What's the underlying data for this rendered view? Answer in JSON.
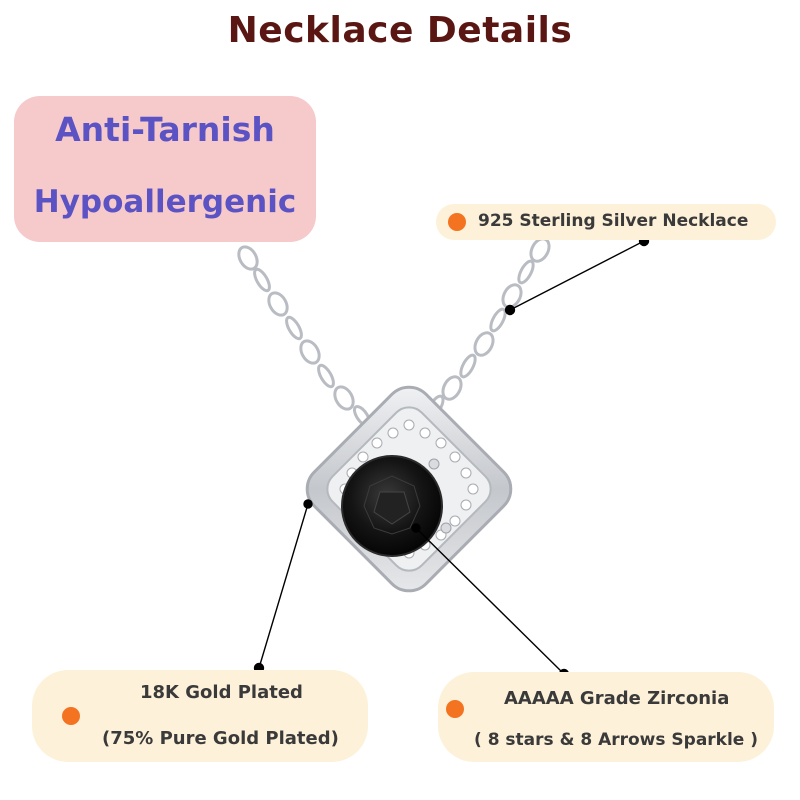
{
  "header": {
    "title": "Necklace Details"
  },
  "badge": {
    "line1": "Anti-Tarnish",
    "line2": "Hypoallergenic"
  },
  "callouts": {
    "chain": {
      "text": "925 Sterling Silver Necklace"
    },
    "plating": {
      "line1": "18K Gold Plated",
      "line2": "(75% Pure Gold Plated)"
    },
    "stone": {
      "line1": "AAAAA Grade Zirconia",
      "line2": "( 8 stars & 8 Arrows Sparkle )"
    }
  },
  "colors": {
    "title": "#5a1612",
    "badge_bg": "#f6c9cb",
    "badge_text": "#5b52c4",
    "callout_bg": "#fdf1d9",
    "callout_dot": "#f37320",
    "gem": "#111111",
    "silver": "#c9ccd1"
  },
  "icons": [
    "bullet-dot-icon"
  ]
}
